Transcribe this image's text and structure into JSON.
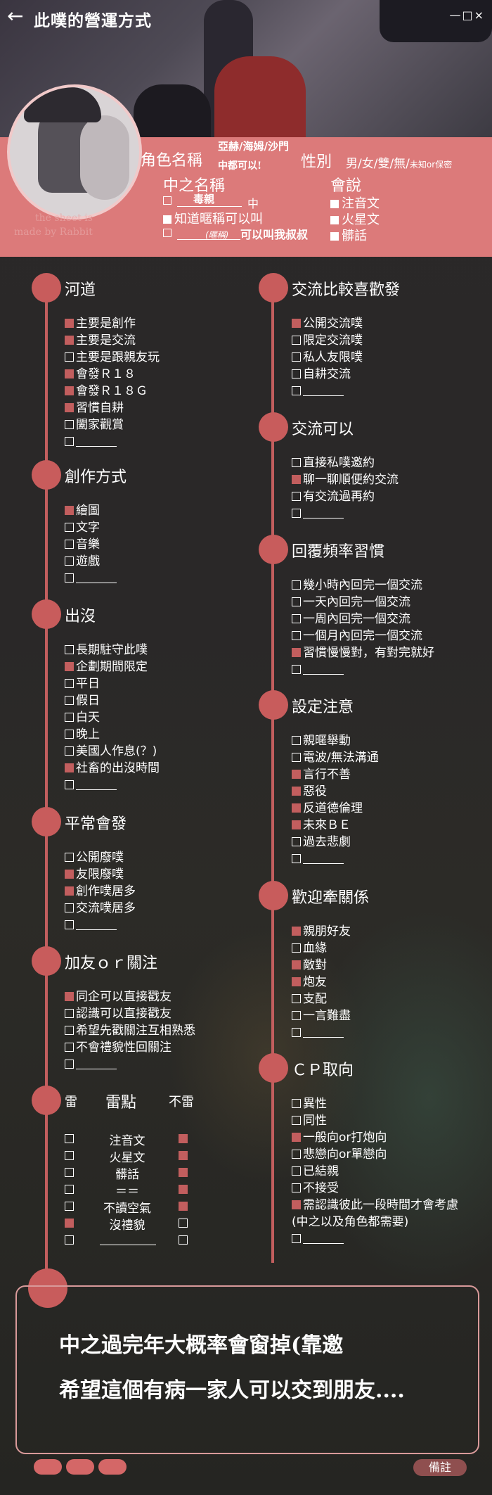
{
  "window": {
    "title": "此噗的營運方式",
    "controls": "—□×"
  },
  "profile": {
    "name_label": "角色名稱",
    "name_value": "亞赫/海姆/沙門",
    "name_note": "中都可以!",
    "gender_label": "性別",
    "gender_options": "男/女/雙/無/",
    "gender_extra": "未知or保密",
    "nickname_label": "中之名稱",
    "nickname_value": "毒親",
    "nickname_suffix": "中",
    "nickname_know": "知道暱稱可以叫",
    "nickname_alias_hint": "(暱稱)",
    "nickname_alias": "可以叫我叔叔",
    "speak_label": "會說",
    "speak_options": [
      "注音文",
      "火星文",
      "髒話"
    ],
    "watermark": [
      "the sheet is",
      "made by Rabbit"
    ]
  },
  "sections": {
    "hedao": {
      "title": "河道",
      "items": [
        {
          "label": "主要是創作",
          "checked": true
        },
        {
          "label": "主要是交流",
          "checked": true
        },
        {
          "label": "主要是跟親友玩",
          "checked": false
        },
        {
          "label": "會發Ｒ１８",
          "checked": true
        },
        {
          "label": "會發Ｒ１８Ｇ",
          "checked": true
        },
        {
          "label": "習慣自耕",
          "checked": true
        },
        {
          "label": "闔家觀賞",
          "checked": false
        },
        {
          "label": "",
          "checked": false
        }
      ]
    },
    "creation": {
      "title": "創作方式",
      "items": [
        {
          "label": "繪圖",
          "checked": true
        },
        {
          "label": "文字",
          "checked": false
        },
        {
          "label": "音樂",
          "checked": false
        },
        {
          "label": "遊戲",
          "checked": false
        },
        {
          "label": "",
          "checked": false
        }
      ]
    },
    "appear": {
      "title": "出沒",
      "items": [
        {
          "label": "長期駐守此噗",
          "checked": false
        },
        {
          "label": "企劃期間限定",
          "checked": true
        },
        {
          "label": "平日",
          "checked": false
        },
        {
          "label": "假日",
          "checked": false
        },
        {
          "label": "白天",
          "checked": false
        },
        {
          "label": "晚上",
          "checked": false
        },
        {
          "label": "美國人作息(？)",
          "checked": false
        },
        {
          "label": "社畜的出沒時間",
          "checked": true
        },
        {
          "label": "",
          "checked": false
        }
      ]
    },
    "usual": {
      "title": "平常會發",
      "items": [
        {
          "label": "公開廢噗",
          "checked": false
        },
        {
          "label": "友限廢噗",
          "checked": true
        },
        {
          "label": "創作噗居多",
          "checked": true
        },
        {
          "label": "交流噗居多",
          "checked": false
        },
        {
          "label": "",
          "checked": false
        }
      ]
    },
    "follow": {
      "title": "加友ｏｒ關注",
      "items": [
        {
          "label": "同企可以直接戳友",
          "checked": true
        },
        {
          "label": "認識可以直接戳友",
          "checked": false
        },
        {
          "label": "希望先戳關注互相熟悉",
          "checked": false
        },
        {
          "label": "不會禮貌性回關注",
          "checked": false
        },
        {
          "label": "",
          "checked": false
        }
      ]
    },
    "exchange_pref": {
      "title": "交流比較喜歡發",
      "items": [
        {
          "label": "公開交流噗",
          "checked": true
        },
        {
          "label": "限定交流噗",
          "checked": false
        },
        {
          "label": "私人友限噗",
          "checked": false
        },
        {
          "label": "自耕交流",
          "checked": false
        },
        {
          "label": "",
          "checked": false
        }
      ]
    },
    "exchange_ok": {
      "title": "交流可以",
      "items": [
        {
          "label": "直接私噗邀約",
          "checked": false
        },
        {
          "label": "聊一聊順便約交流",
          "checked": true
        },
        {
          "label": "有交流過再約",
          "checked": false
        },
        {
          "label": "",
          "checked": false
        }
      ]
    },
    "reply": {
      "title": "回覆頻率習慣",
      "items": [
        {
          "label": "幾小時內回完一個交流",
          "checked": false
        },
        {
          "label": "一天內回完一個交流",
          "checked": false
        },
        {
          "label": "一周內回完一個交流",
          "checked": false
        },
        {
          "label": "一個月內回完一個交流",
          "checked": false
        },
        {
          "label": "習慣慢慢對，有對完就好",
          "checked": true
        },
        {
          "label": "",
          "checked": false
        }
      ]
    },
    "setting": {
      "title": "設定注意",
      "items": [
        {
          "label": "親暱舉動",
          "checked": false
        },
        {
          "label": "電波/無法溝通",
          "checked": false
        },
        {
          "label": "言行不善",
          "checked": true
        },
        {
          "label": "惡役",
          "checked": true
        },
        {
          "label": "反道德倫理",
          "checked": true
        },
        {
          "label": "未來ＢＥ",
          "checked": true
        },
        {
          "label": "過去悲劇",
          "checked": false
        },
        {
          "label": "",
          "checked": false
        }
      ]
    },
    "relation": {
      "title": "歡迎牽關係",
      "items": [
        {
          "label": "親朋好友",
          "checked": true
        },
        {
          "label": "血緣",
          "checked": false
        },
        {
          "label": "敵對",
          "checked": true
        },
        {
          "label": "炮友",
          "checked": true
        },
        {
          "label": "支配",
          "checked": false
        },
        {
          "label": "一言難盡",
          "checked": false
        },
        {
          "label": "",
          "checked": false
        }
      ]
    },
    "cp": {
      "title": "ＣＰ取向",
      "items": [
        {
          "label": "異性",
          "checked": false
        },
        {
          "label": "同性",
          "checked": false
        },
        {
          "label": "一般向or打炮向",
          "checked": true
        },
        {
          "label": "悲戀向or單戀向",
          "checked": false
        },
        {
          "label": "已結親",
          "checked": false
        },
        {
          "label": "不接受",
          "checked": false
        },
        {
          "label": "需認識彼此一段時間才會考慮",
          "checked": true
        },
        {
          "label": "(中之以及角色都需要)",
          "checked": null
        },
        {
          "label": "",
          "checked": false
        }
      ]
    }
  },
  "thunder": {
    "col_thunder": "雷",
    "title": "雷點",
    "col_not": "不雷",
    "rows": [
      {
        "label": "注音文",
        "thunder": false,
        "not": true
      },
      {
        "label": "火星文",
        "thunder": false,
        "not": true
      },
      {
        "label": "髒話",
        "thunder": false,
        "not": true
      },
      {
        "label": "＝＝",
        "thunder": false,
        "not": true
      },
      {
        "label": "不讀空氣",
        "thunder": false,
        "not": true
      },
      {
        "label": "沒禮貌",
        "thunder": true,
        "not": false
      },
      {
        "label": "",
        "thunder": false,
        "not": false
      }
    ]
  },
  "memo": {
    "line1": "中之過完年大概率會窗掉(靠邀",
    "line2": "希望這個有病一家人可以交到朋友....",
    "button": "備註"
  },
  "colors": {
    "accent": "#c85c5c",
    "header_pink": "#dc7a7a",
    "bg": "#2a2828"
  }
}
